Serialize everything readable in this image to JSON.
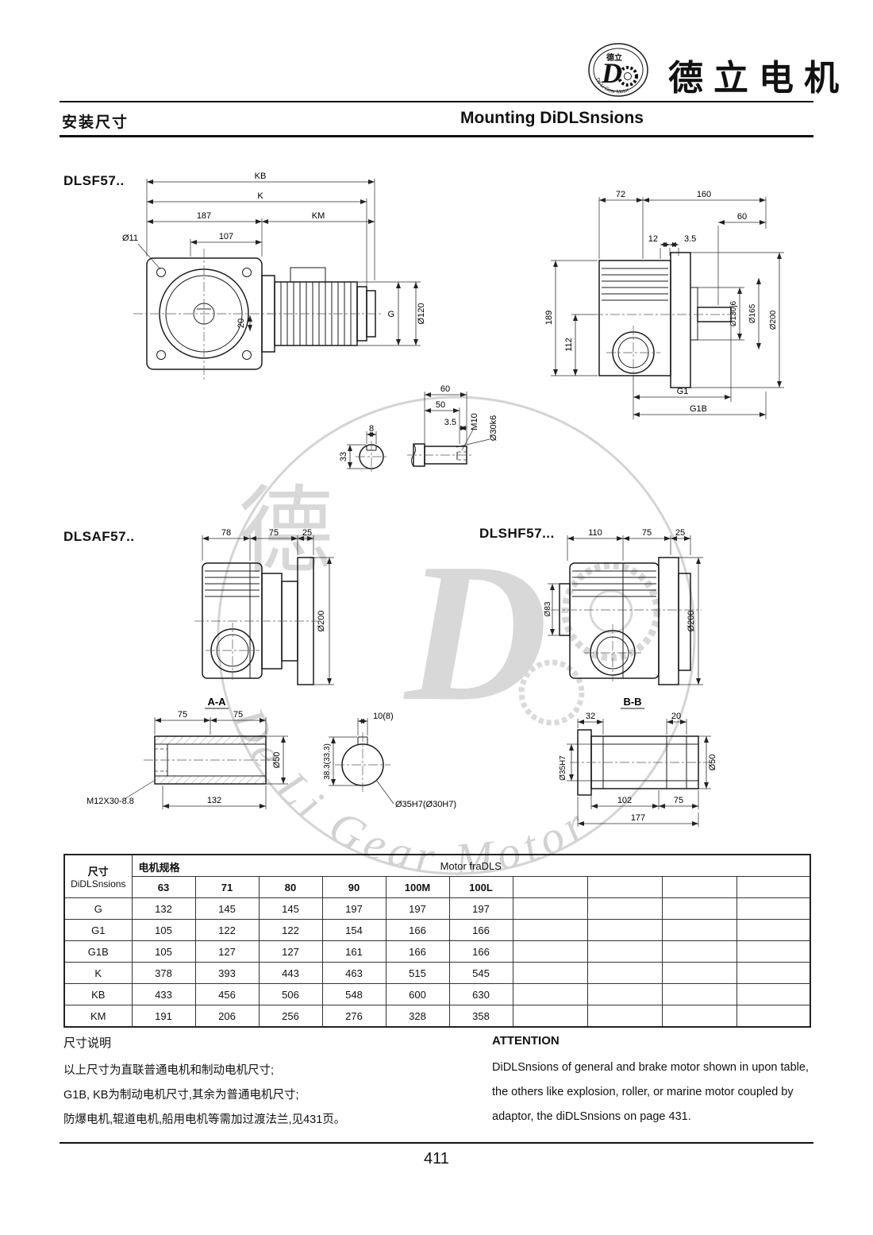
{
  "page": {
    "number": "411",
    "title_zh": "安装尺寸",
    "title_en": "Mounting DiDLSnsions"
  },
  "brand": {
    "name": "德立电机",
    "logo_d": "D",
    "logo_sub": "德立",
    "logo_arc": "De Li Gear Motor"
  },
  "watermark": {
    "char_de": "德",
    "char_d": "D",
    "arc_text": "De Li Gear Motor"
  },
  "drawings": {
    "dlsf57": {
      "label": "DLSF57..",
      "kb": "KB",
      "k": "K",
      "d187": "187",
      "km": "KM",
      "d11": "Ø11",
      "d107": "107",
      "d20": "20",
      "g": "G",
      "d120": "Ø120"
    },
    "dlsf57_side": {
      "d72": "72",
      "d160": "160",
      "d60": "60",
      "d12": "12",
      "d35": "3.5",
      "d189": "189",
      "d112": "112",
      "d130": "Ø130j6",
      "d165": "Ø165",
      "d200": "Ø200",
      "g1": "G1",
      "g1b": "G1B"
    },
    "shaft_detail": {
      "d60": "60",
      "d50": "50",
      "d35": "3.5",
      "m10": "M10",
      "d30": "Ø30k6",
      "d8": "8",
      "d33": "33"
    },
    "dlsaf57": {
      "label": "DLSAF57..",
      "d78": "78",
      "d75": "75",
      "d25": "25",
      "d200": "Ø200"
    },
    "dlshf57": {
      "label": "DLSHF57...",
      "d110": "110",
      "d75": "75",
      "d25": "25",
      "d83": "Ø83",
      "d200": "Ø200"
    },
    "section_aa": {
      "label": "A-A",
      "d75a": "75",
      "d75b": "75",
      "d50": "Ø50",
      "m12": "M12X30-8.8",
      "d132": "132"
    },
    "section_mid": {
      "d10": "10(8)",
      "d383": "38.3(33.3)",
      "d35": "Ø35H7(Ø30H7)"
    },
    "section_bb": {
      "label": "B-B",
      "d32": "32",
      "d20": "20",
      "d35": "Ø35H7",
      "d50": "Ø50",
      "d102": "102",
      "d75": "75",
      "d177": "177"
    }
  },
  "table": {
    "header_dim_zh": "尺寸",
    "header_dim_en": "DiDLSnsions",
    "header_spec_zh": "电机规格",
    "header_spec_en": "Motor fraDLS",
    "frames": [
      "63",
      "71",
      "80",
      "90",
      "100M",
      "100L",
      "",
      "",
      "",
      ""
    ],
    "rows": [
      {
        "label": "G",
        "values": [
          "132",
          "145",
          "145",
          "197",
          "197",
          "197",
          "",
          "",
          "",
          ""
        ]
      },
      {
        "label": "G1",
        "values": [
          "105",
          "122",
          "122",
          "154",
          "166",
          "166",
          "",
          "",
          "",
          ""
        ]
      },
      {
        "label": "G1B",
        "values": [
          "105",
          "127",
          "127",
          "161",
          "166",
          "166",
          "",
          "",
          "",
          ""
        ]
      },
      {
        "label": "K",
        "values": [
          "378",
          "393",
          "443",
          "463",
          "515",
          "545",
          "",
          "",
          "",
          ""
        ]
      },
      {
        "label": "KB",
        "values": [
          "433",
          "456",
          "506",
          "548",
          "600",
          "630",
          "",
          "",
          "",
          ""
        ]
      },
      {
        "label": "KM",
        "values": [
          "191",
          "206",
          "256",
          "276",
          "328",
          "358",
          "",
          "",
          "",
          ""
        ]
      }
    ]
  },
  "notes": {
    "zh_title": "尺寸说明",
    "zh_line1": "以上尺寸为直联普通电机和制动电机尺寸;",
    "zh_line2": "G1B, KB为制动电机尺寸,其余为普通电机尺寸;",
    "zh_line3": "防爆电机,辊道电机,船用电机等需加过渡法兰,见431页。",
    "en_title": "ATTENTION",
    "en_line1": "DiDLSnsions of general and brake motor shown in upon table,",
    "en_line2": "the others like explosion, roller, or marine motor coupled by",
    "en_line3": "adaptor, the diDLSnsions on page 431."
  }
}
